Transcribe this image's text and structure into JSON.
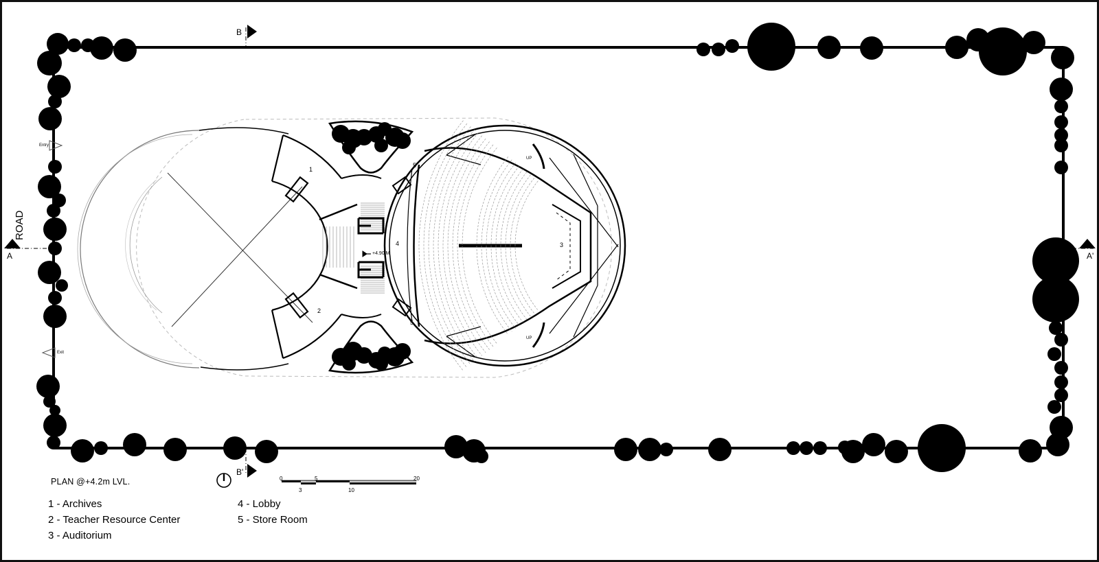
{
  "site": {
    "road_label": "ROAD",
    "entry_label": "Entry",
    "exit_label": "Exit"
  },
  "section_markers": {
    "a_left": "A",
    "a_right": "A'",
    "b_top": "B",
    "b_bottom": "B'"
  },
  "plan": {
    "title": "PLAN @+4.2m LVL.",
    "level_marker": "+4.90 M",
    "up_label": "UP",
    "room_numbers": [
      "1",
      "2",
      "3",
      "4",
      "5",
      "5"
    ]
  },
  "scale_bar": {
    "labels": [
      "0",
      "3",
      "5",
      "10",
      "20"
    ]
  },
  "legend": {
    "items": [
      "1 - Archives",
      "2 - Teacher Resource Center",
      "3 - Auditorium",
      "4 - Lobby",
      "5 - Store Room"
    ]
  },
  "colors": {
    "ink": "#000000",
    "paper": "#ffffff",
    "frame": "#111111",
    "hatch": "#9a9a9a"
  },
  "icons": [
    "north-arrow-icon",
    "tree-icon",
    "section-arrow-icon",
    "entry-arrow-icon",
    "exit-arrow-icon"
  ]
}
